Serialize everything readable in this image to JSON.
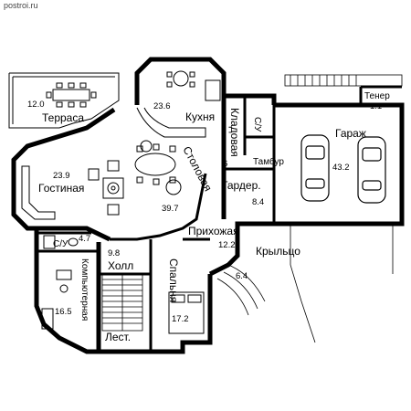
{
  "watermark": "postroi.ru",
  "colors": {
    "wall": "#000000",
    "line": "#222222",
    "fill_light": "#f2f2f2",
    "grid": "#cccccc"
  },
  "rooms": {
    "terrace": {
      "name": "Терраса",
      "area": "12.0"
    },
    "kitchen": {
      "name": "Кухня",
      "area": "23.6"
    },
    "pantry": {
      "name": "Кладовая",
      "area": "6"
    },
    "wc_top": {
      "name": "С/У",
      "area": ""
    },
    "shed": {
      "name": "Тенер",
      "area": "1.1"
    },
    "garage": {
      "name": "Гараж",
      "area": "43.2"
    },
    "vestibule": {
      "name": "Тамбур",
      "area": ""
    },
    "living": {
      "name": "Гостиная",
      "area": "23.9"
    },
    "dining": {
      "name": "Столовая",
      "area": "39.7"
    },
    "wardrobe": {
      "name": "Гардер.",
      "area": "8.4"
    },
    "hallway": {
      "name": "Прихожая",
      "area": "12.2"
    },
    "porch": {
      "name": "Крыльцо",
      "area": "6.4"
    },
    "wc_left": {
      "name": "С/У",
      "area": "4.7"
    },
    "hall": {
      "name": "Холл",
      "area": "9.8"
    },
    "computer": {
      "name": "Компьютерная",
      "area": "16.5"
    },
    "bedroom": {
      "name": "Спальня",
      "area": "17.2"
    },
    "stairs": {
      "name": "Лест.",
      "area": ""
    }
  }
}
